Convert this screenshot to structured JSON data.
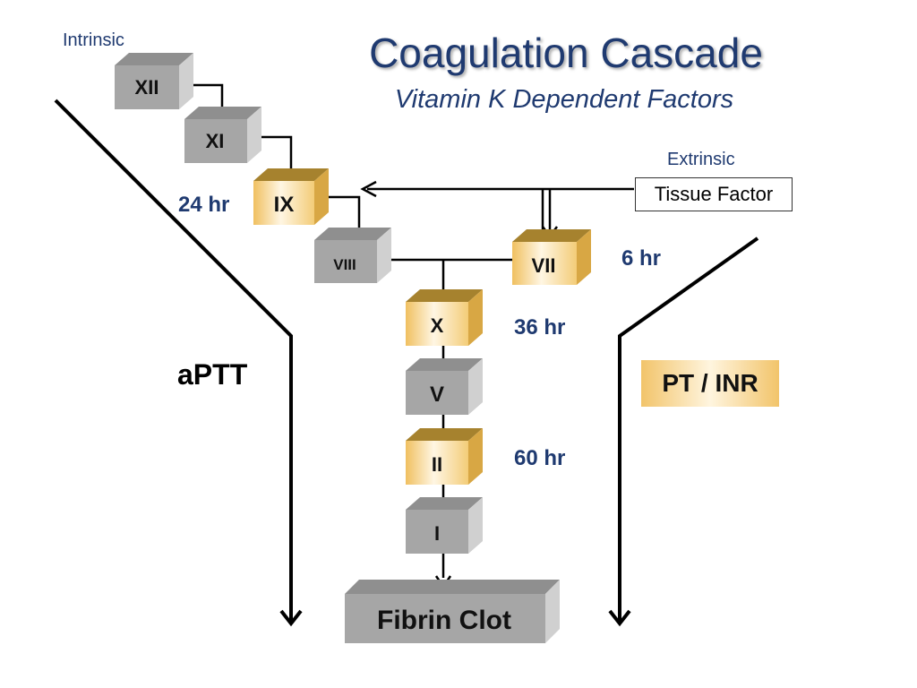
{
  "title": "Coagulation Cascade",
  "subtitle": "Vitamin K Dependent Factors",
  "pathways": {
    "intrinsic_label": "Intrinsic",
    "extrinsic_label": "Extrinsic",
    "tissue_factor": "Tissue Factor",
    "aptt_label": "aPTT",
    "pt_inr_label": "PT / INR"
  },
  "factors": {
    "xii": "XII",
    "xi": "XI",
    "ix": "IX",
    "viii": "VIII",
    "vii": "VII",
    "x": "X",
    "v": "V",
    "ii": "II",
    "i": "I",
    "fibrin": "Fibrin Clot"
  },
  "half_lives": {
    "ix": "24 hr",
    "vii": "6 hr",
    "x": "36 hr",
    "ii": "60 hr"
  },
  "colors": {
    "title": "#1f3a70",
    "vitamin_k_factor": "#e8b54a",
    "other_factor": "#a6a6a6"
  }
}
